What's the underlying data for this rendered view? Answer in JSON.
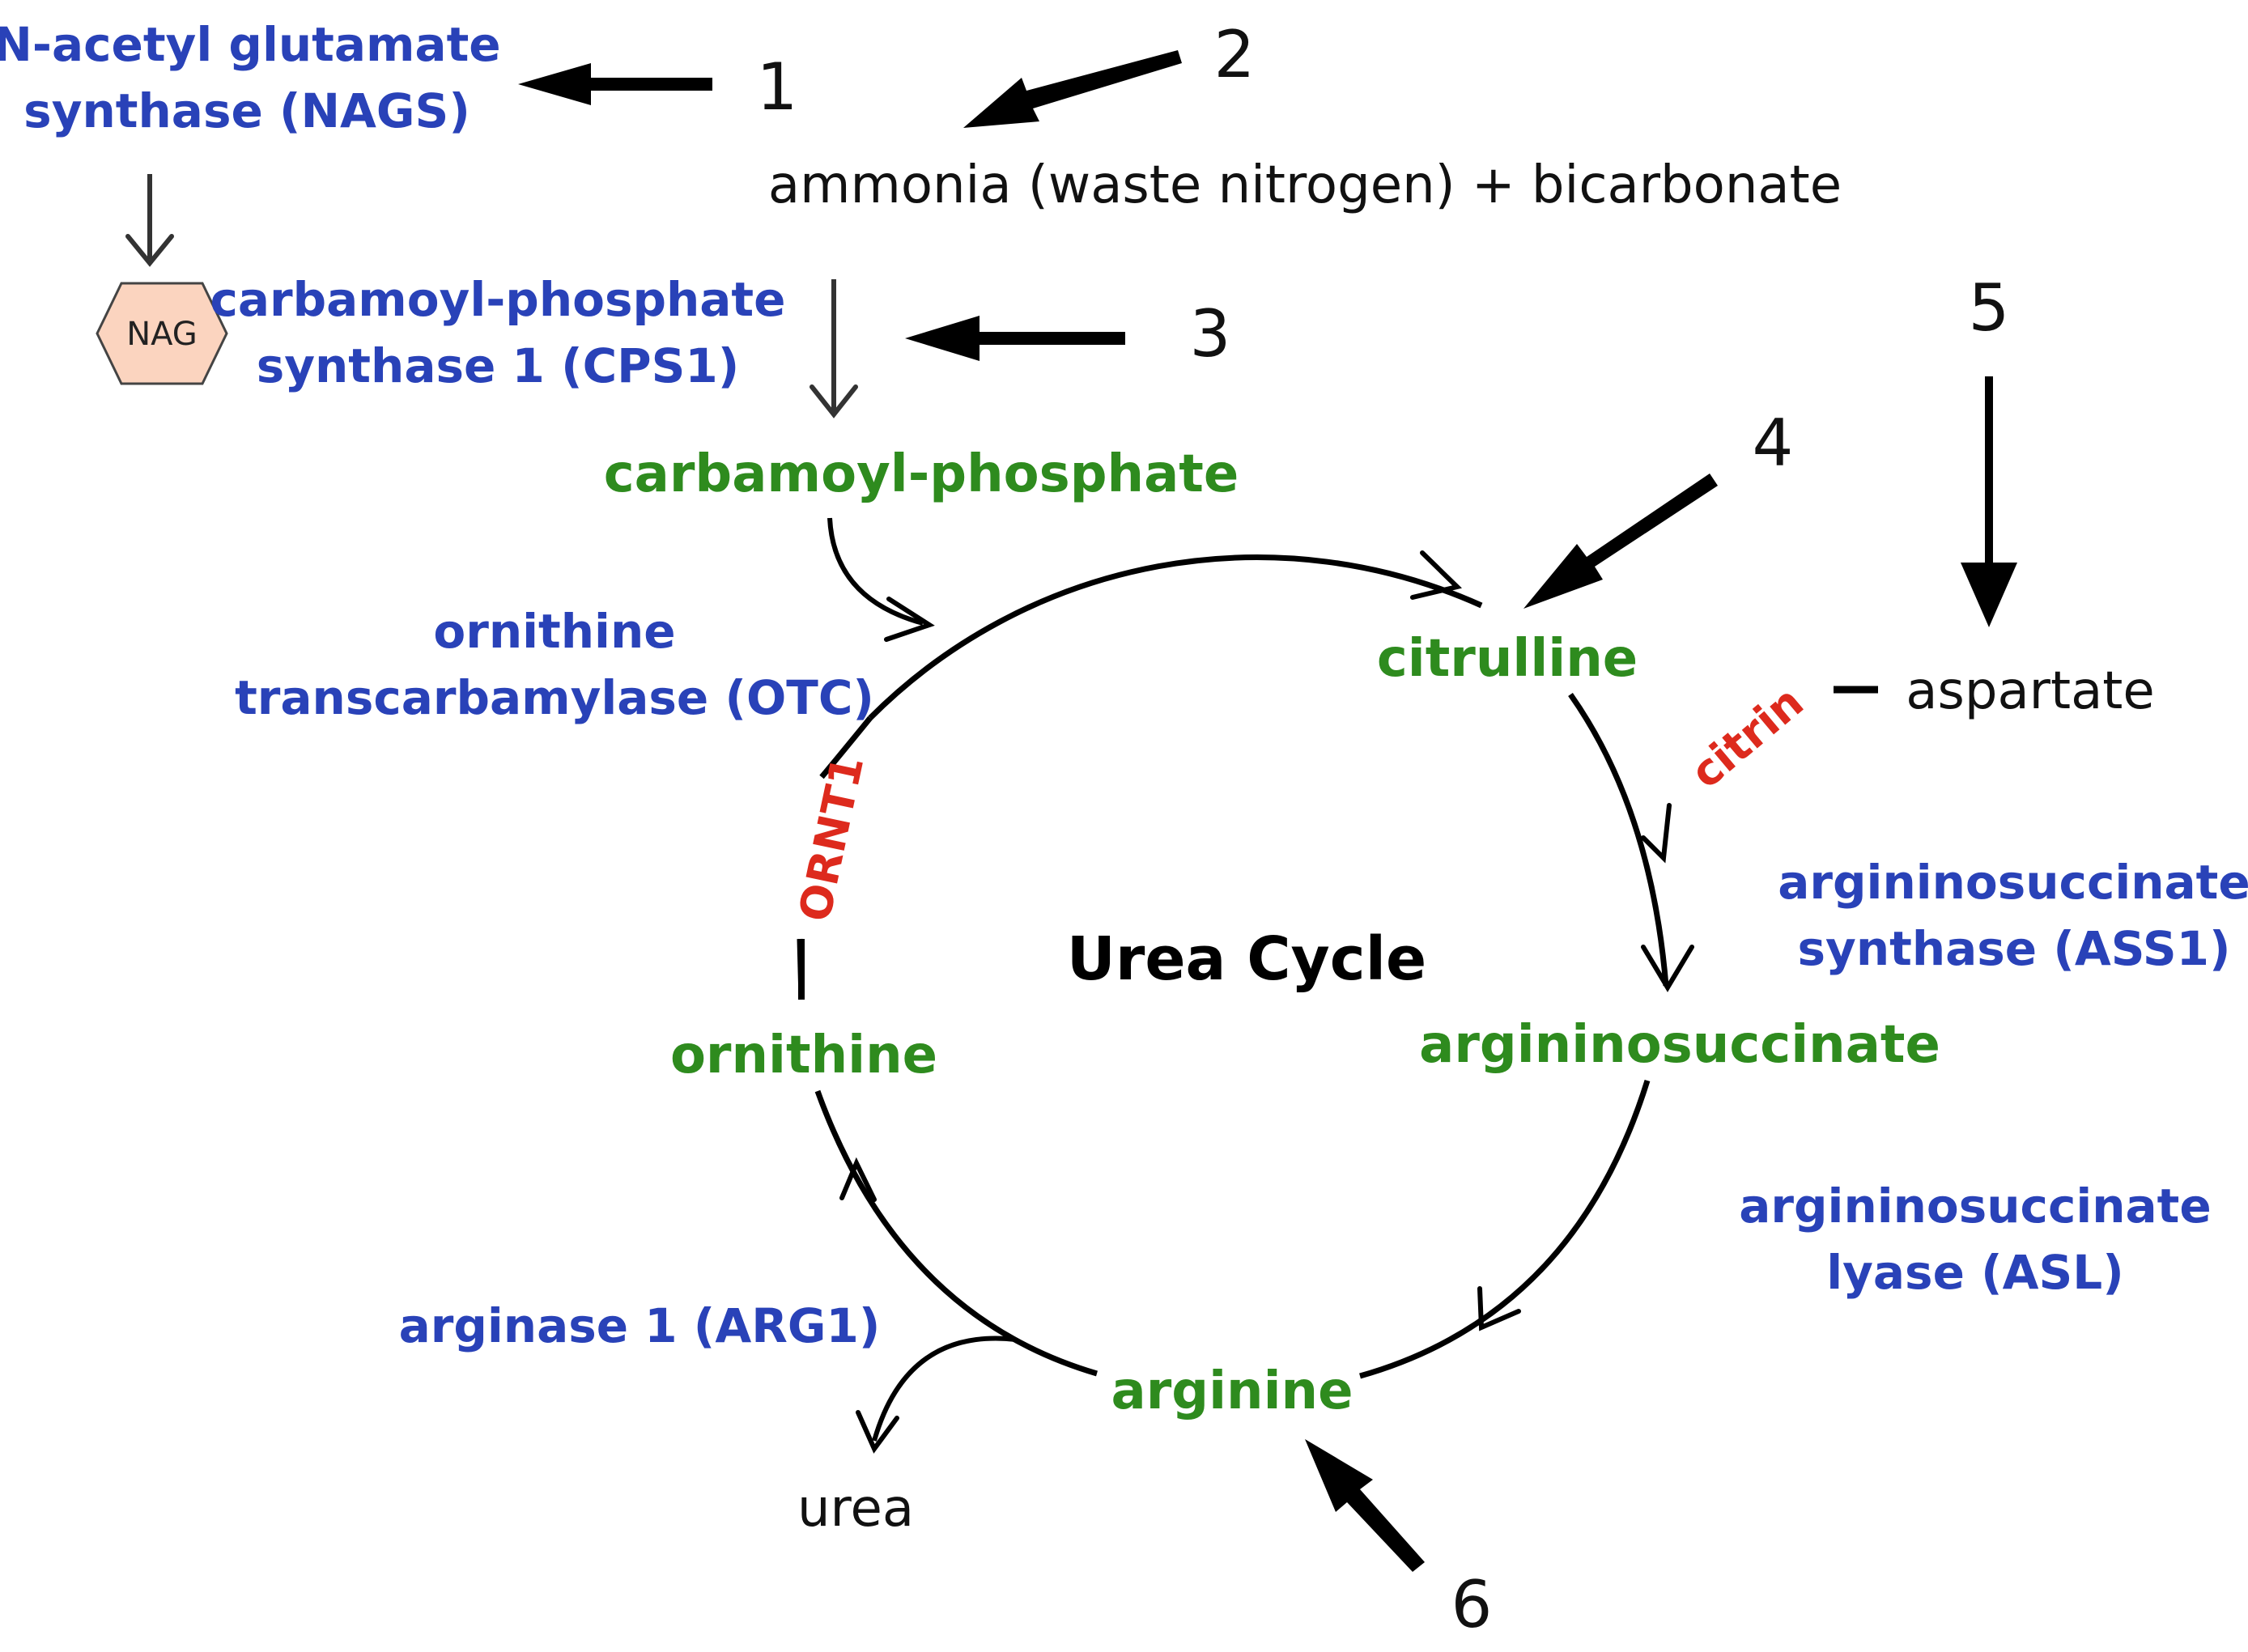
{
  "enzymes": {
    "nags": [
      "N-acetyl glutamate",
      "synthase (NAGS)"
    ],
    "cps1": [
      "carbamoyl-phosphate",
      "synthase 1 (CPS1)"
    ],
    "otc": [
      "ornithine",
      "transcarbamylase (OTC)"
    ],
    "ass1": [
      "argininosuccinate",
      "synthase (ASS1)"
    ],
    "asl": [
      "argininosuccinate",
      "lyase  (ASL)"
    ],
    "arg1": "arginase 1 (ARG1)"
  },
  "metabolites": {
    "carbamoyl_phosphate": "carbamoyl-phosphate",
    "citrulline": "citrulline",
    "argininosuccinate": "argininosuccinate",
    "arginine": "arginine",
    "ornithine": "ornithine"
  },
  "substrates": {
    "ammonia": "ammonia (waste nitrogen)  + bicarbonate",
    "aspartate": "aspartate",
    "urea": "urea",
    "nag": "NAG"
  },
  "transporters": {
    "citrin": "citrin",
    "ornt1": "ORNT1"
  },
  "center_title": "Urea Cycle",
  "markers": [
    "1",
    "2",
    "3",
    "4",
    "5",
    "6"
  ],
  "colors": {
    "enzyme": "#2942b8",
    "metabolite": "#2e8b1e",
    "transporter": "#dd2a1d",
    "nag_fill": "#fbd4bf"
  }
}
